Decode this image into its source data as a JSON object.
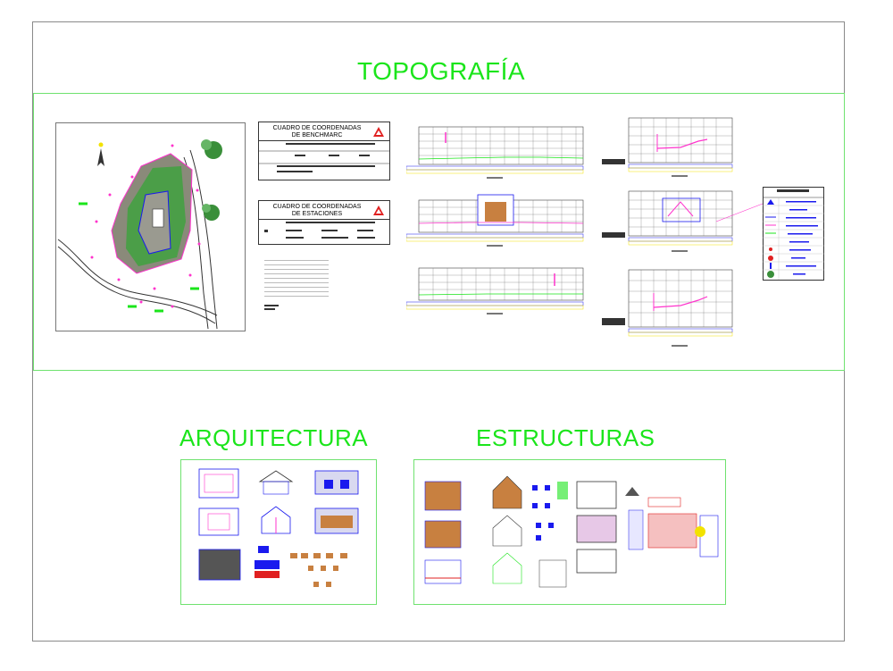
{
  "sections": {
    "topografia": "TOPOGRAFÍA",
    "arquitectura": "ARQUITECTURA",
    "estructuras": "ESTRUCTURAS"
  },
  "tables": {
    "benchmark_title": "CUADRO DE COORDENADAS\nDE BENCHMARC",
    "stations_title": "CUADRO DE COORDENADAS\nDE ESTACIONES"
  },
  "colors": {
    "heading": "#1be51b",
    "frame": "#6fe26f",
    "sheet_border": "#8a8a8a",
    "grid": "#404040",
    "magenta": "#ff33cc",
    "red": "#e02020",
    "blue": "#1a1aee",
    "yellow": "#f2e200"
  },
  "icons": {
    "north_arrow": "north-arrow-icon",
    "warning_triangle": "triangle-marker-icon",
    "tree": "tree-icon"
  }
}
